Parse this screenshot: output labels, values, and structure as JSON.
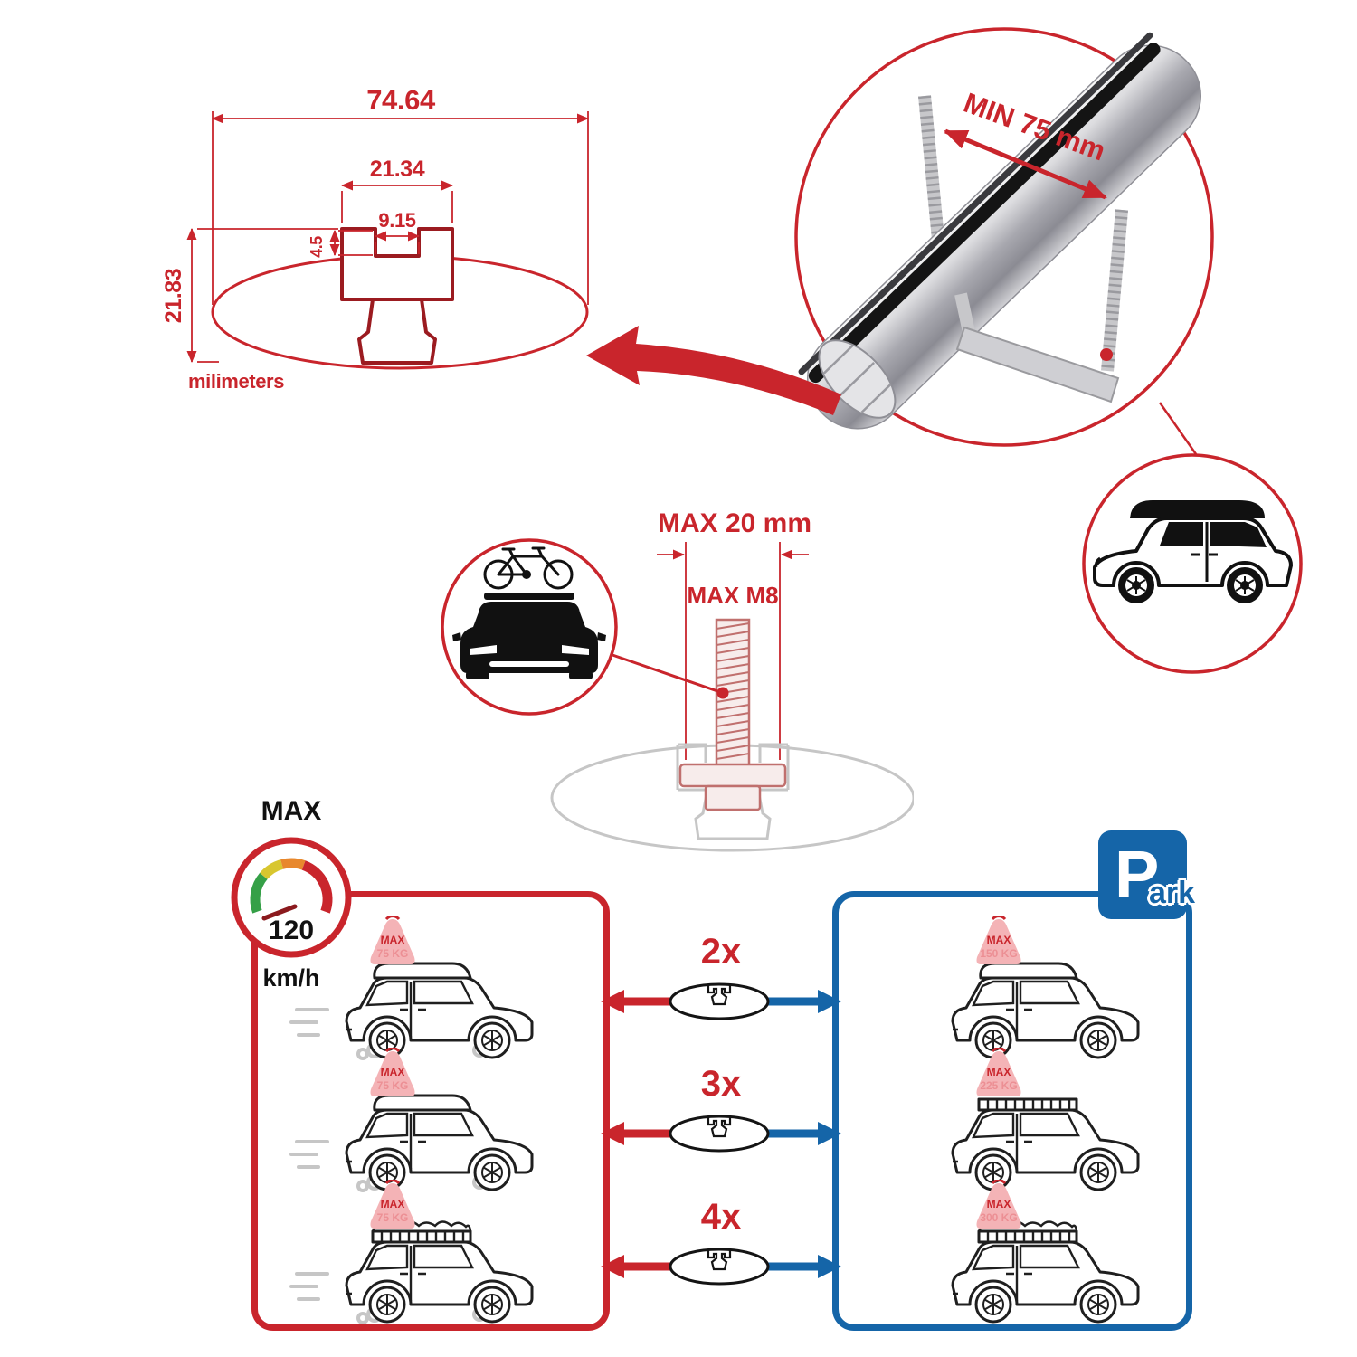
{
  "colors": {
    "red": "#c9252c",
    "dark_red": "#9b1b20",
    "blue": "#1565a8",
    "gray": "#c6c6c6",
    "pink": "#f4b3b6",
    "black": "#1f1f1f"
  },
  "tech_drawing": {
    "dim_total_width": "74.64",
    "dim_channel_width": "21.34",
    "dim_opening_width": "9.15",
    "dim_lip_height": "4.5",
    "dim_total_height": "21.83",
    "units_label": "milimeters"
  },
  "crossbar_detail": {
    "min_clamp_span": "MIN 75 mm"
  },
  "bolt_detail": {
    "max_length": "MAX 20 mm",
    "max_thread": "MAX M8"
  },
  "speed_limit": {
    "label": "MAX",
    "value": "120",
    "units": "km/h"
  },
  "parking_sign": {
    "letter": "P",
    "suffix": "ark"
  },
  "driving_cars": [
    {
      "sign_max": "MAX",
      "sign_weight": "75 KG"
    },
    {
      "sign_max": "MAX",
      "sign_weight": "75 KG"
    },
    {
      "sign_max": "MAX",
      "sign_weight": "75 KG"
    }
  ],
  "parked_cars": [
    {
      "sign_max": "MAX",
      "sign_weight": "150 KG"
    },
    {
      "sign_max": "MAX",
      "sign_weight": "225 KG"
    },
    {
      "sign_max": "MAX",
      "sign_weight": "300 KG"
    }
  ],
  "crossbar_counts": [
    "2x",
    "3x",
    "4x"
  ]
}
